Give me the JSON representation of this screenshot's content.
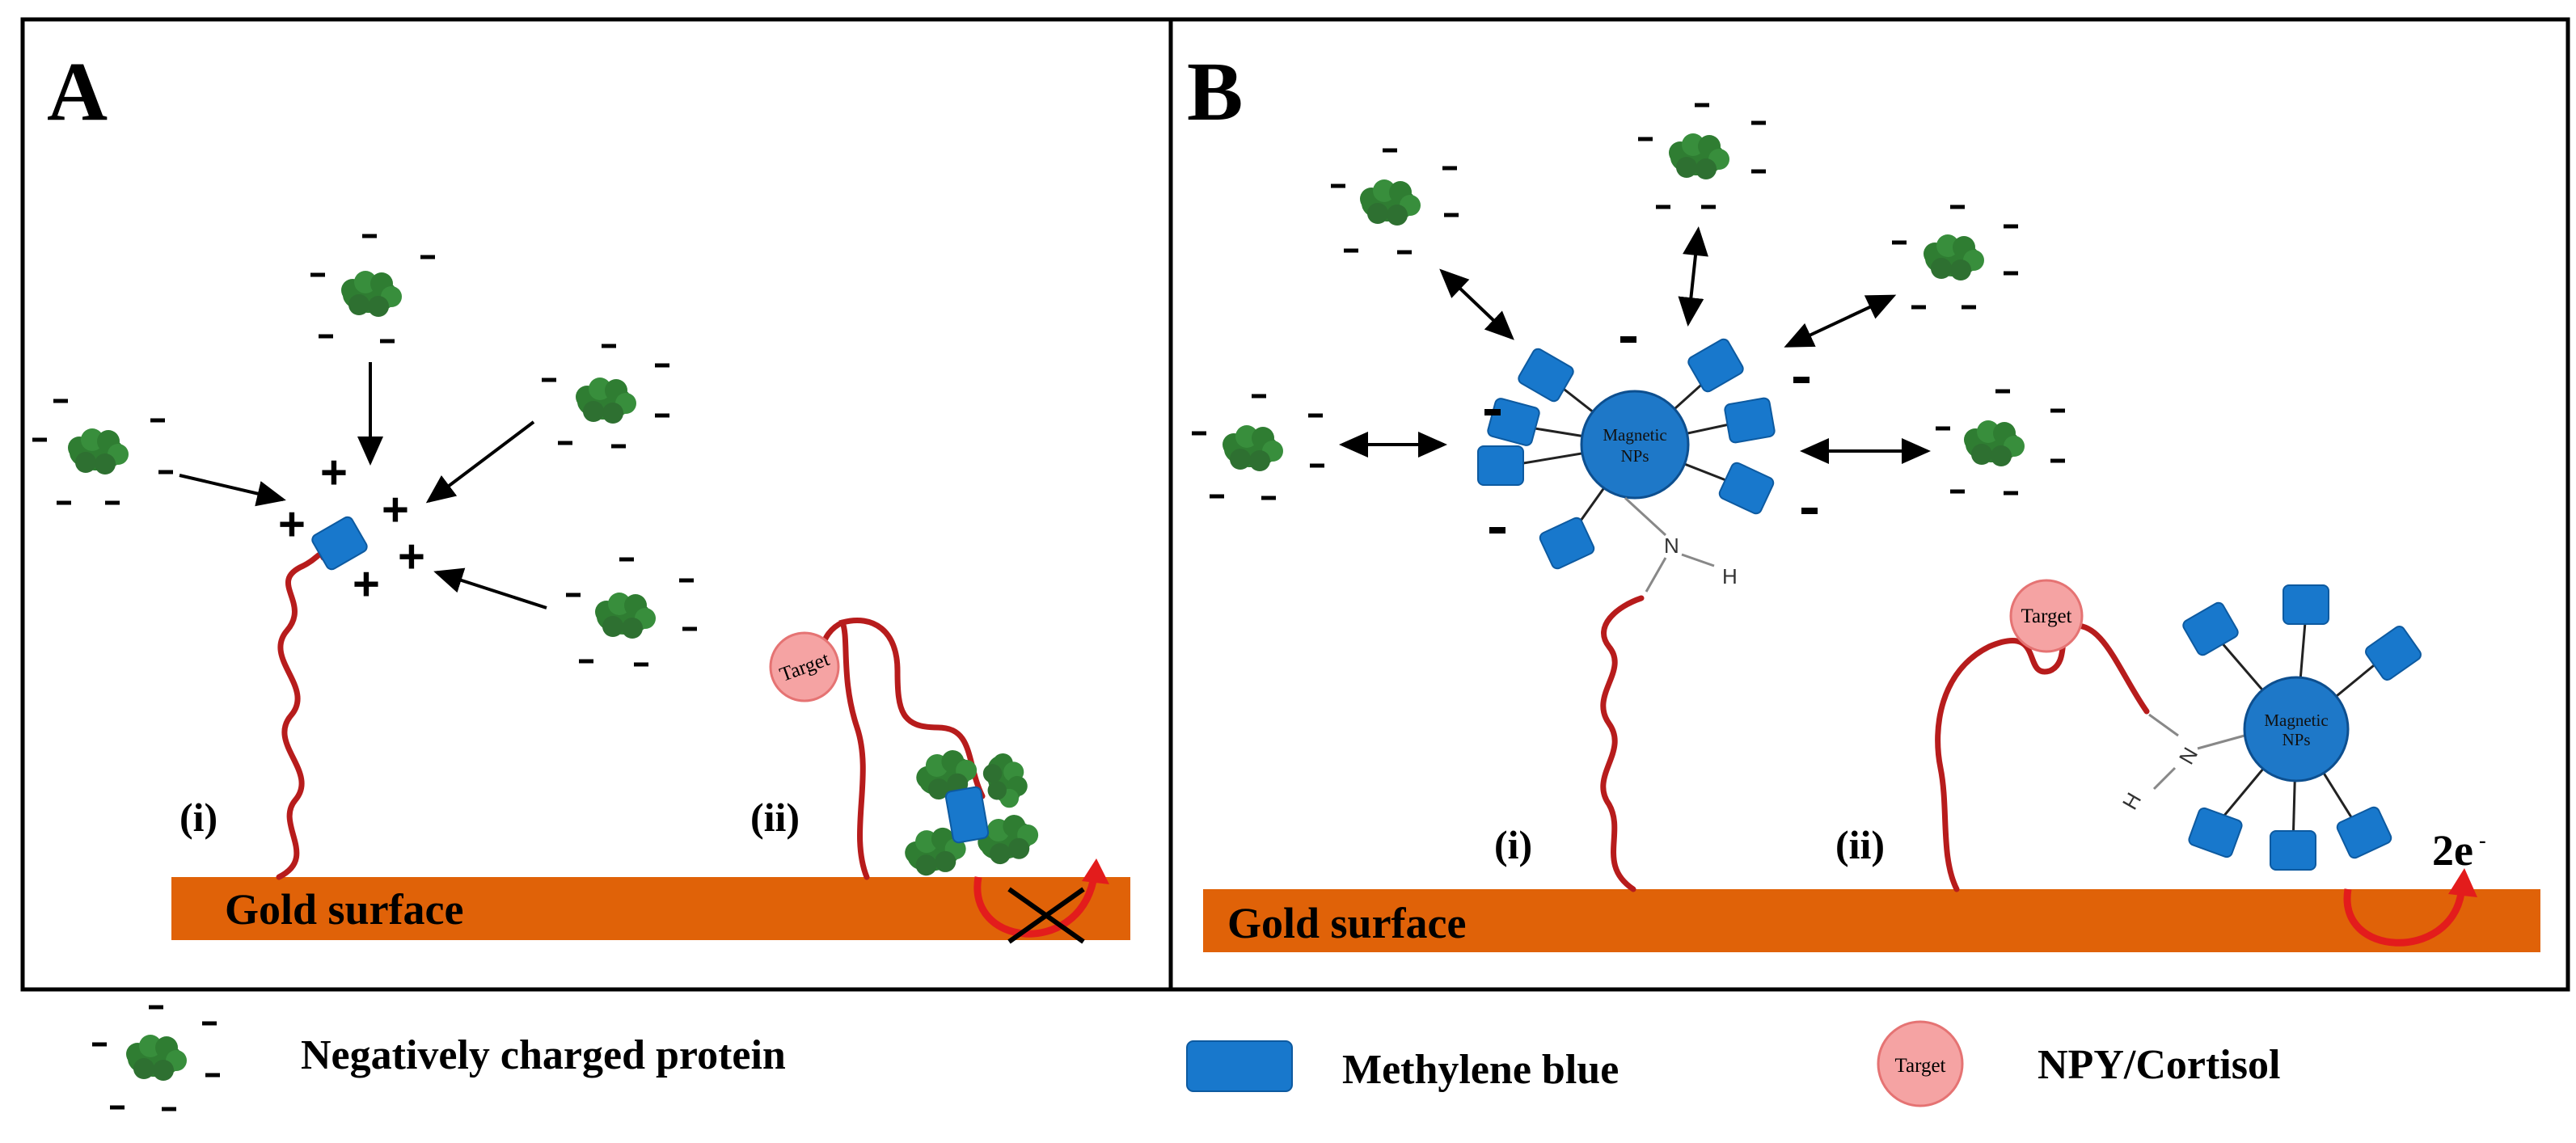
{
  "panel_a": {
    "label": "A",
    "surface_label": "Gold surface",
    "strand_i_label": "(i)",
    "strand_ii_label": "(ii)",
    "target_label": "Target"
  },
  "panel_b": {
    "label": "B",
    "surface_label": "Gold surface",
    "strand_i_label": "(i)",
    "strand_ii_label": "(ii)",
    "target_label": "Target",
    "np_label_line1": "Magnetic",
    "np_label_line2": "NPs",
    "amine_n": "N",
    "amine_h": "H",
    "electron_label": "2e",
    "electron_sup": "-"
  },
  "legend": {
    "protein_label": "Negatively charged protein",
    "methylene_blue_label": "Methylene blue",
    "target_icon_label": "Target",
    "target_label": "NPY/Cortisol"
  },
  "colors": {
    "gold_surface": "#e06208",
    "dna_strand": "#b71c1c",
    "methylene_blue": "#1878cc",
    "protein": "#2f7d32",
    "target_fill": "#f5a3a3",
    "target_stroke": "#e57373",
    "arrow_red": "#e31c1c"
  }
}
